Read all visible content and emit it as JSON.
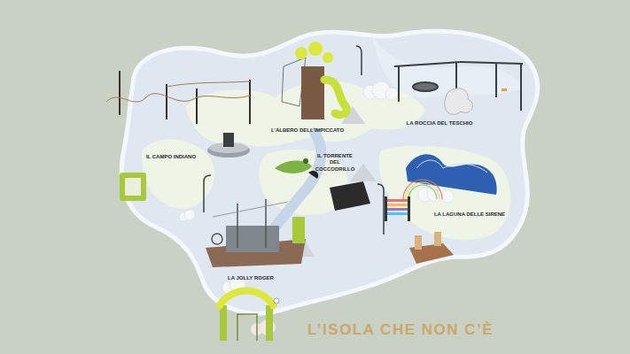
{
  "diagram": {
    "title": "L’ISOLA CHE NON C’È",
    "labels": [
      "IL CAMPO INDIANO",
      "L’ALBERO DELL’IMPICCATO",
      "LA ROCCIA DEL TESCHIO",
      "IL TORRENTE DEL COCCODRILLO",
      "LA LAGUNA DELLE SIRENE",
      "LA JOLLY ROGER"
    ]
  }
}
